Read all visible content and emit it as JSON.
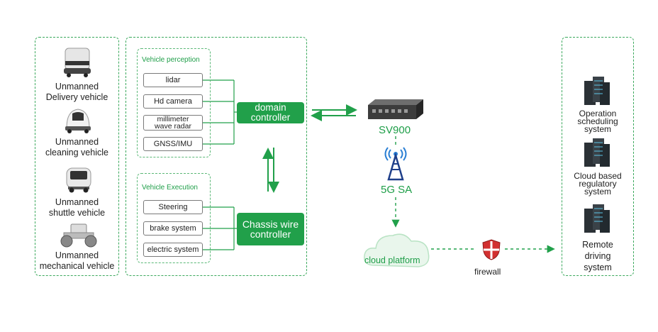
{
  "vehicles": [
    {
      "line1": "Unmanned",
      "line2": "Delivery vehicle",
      "icon": "delivery-robot-icon"
    },
    {
      "line1": "Unmanned",
      "line2": "cleaning vehicle",
      "icon": "cleaning-vehicle-icon"
    },
    {
      "line1": "Unmanned",
      "line2": "shuttle vehicle",
      "icon": "shuttle-vehicle-icon"
    },
    {
      "line1": "Unmanned",
      "line2": "mechanical vehicle",
      "icon": "road-roller-icon"
    }
  ],
  "perception": {
    "title": "Vehicle perception",
    "items": [
      "lidar",
      "Hd camera",
      "millimeter",
      "wave radar",
      "GNSS/IMU"
    ]
  },
  "execution": {
    "title": "Vehicle Execution",
    "items": [
      "Steering",
      "brake system",
      "electric system"
    ]
  },
  "domain_controller": {
    "line1": "domain",
    "line2": "controller"
  },
  "chassis_controller": {
    "line1": "Chassis wire",
    "line2": "controller"
  },
  "gateway": {
    "label": "SV900",
    "icon": "router-icon"
  },
  "network": {
    "label": "5G SA",
    "icon": "cell-tower-icon"
  },
  "cloud": {
    "label": "cloud platform",
    "icon": "cloud-icon"
  },
  "firewall": {
    "label": "firewall",
    "icon": "shield-icon"
  },
  "servers": [
    {
      "lines": [
        "Operation",
        "scheduling",
        "system"
      ],
      "icon": "server-rack-icon"
    },
    {
      "lines": [
        "Cloud based",
        "regulatory",
        "system"
      ],
      "icon": "server-rack-icon"
    },
    {
      "lines": [
        "Remote",
        "driving",
        "system"
      ],
      "icon": "server-rack-icon"
    }
  ],
  "colors": {
    "accent": "#21a04a",
    "dashed": "#3aa85c"
  }
}
